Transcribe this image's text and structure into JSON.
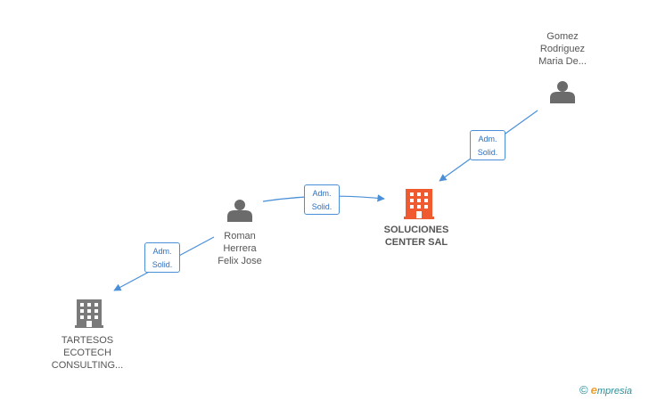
{
  "colors": {
    "person": "#6b6b6b",
    "company": "#7a7a7a",
    "main_company": "#f05a30",
    "edge": "#4a8fd8"
  },
  "nodes": {
    "gomez": {
      "lines": [
        "Gomez",
        "Rodriguez",
        "Maria De..."
      ],
      "icon": "person-icon"
    },
    "roman": {
      "lines": [
        "Roman",
        "Herrera",
        "Felix Jose"
      ],
      "icon": "person-icon"
    },
    "soluciones": {
      "lines": [
        "SOLUCIONES",
        "CENTER SAL"
      ],
      "icon": "building-icon"
    },
    "tartesos": {
      "lines": [
        "TARTESOS",
        "ECOTECH",
        "CONSULTING..."
      ],
      "icon": "building-icon"
    }
  },
  "edges": {
    "gomez_soluciones": {
      "line1": "Adm.",
      "line2": "Solid."
    },
    "roman_soluciones": {
      "line1": "Adm.",
      "line2": "Solid."
    },
    "roman_tartesos": {
      "line1": "Adm.",
      "line2": "Solid."
    }
  },
  "brand": {
    "copyright": "©",
    "e": "e",
    "rest": "mpresia"
  }
}
